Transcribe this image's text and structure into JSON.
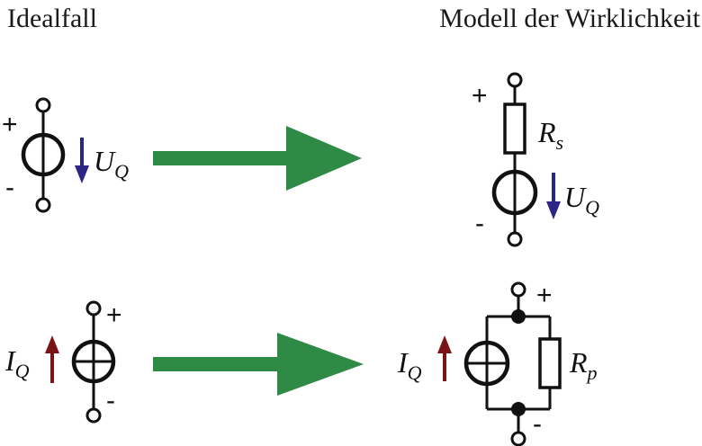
{
  "headings": {
    "left": "Idealfall",
    "right": "Modell der Wirklichkeit"
  },
  "signs": {
    "plus": "+",
    "minus": "-"
  },
  "labels": {
    "voltage_symbol": "U",
    "voltage_subscript": "Q",
    "current_symbol": "I",
    "current_subscript": "Q",
    "series_resistor_symbol": "R",
    "series_resistor_subscript": "s",
    "parallel_resistor_symbol": "R",
    "parallel_resistor_subscript": "p"
  },
  "colors": {
    "voltage_arrow": "#2b2585",
    "current_arrow": "#7a1418",
    "transform_arrow": "#2f8a45",
    "lines": "#111111"
  }
}
